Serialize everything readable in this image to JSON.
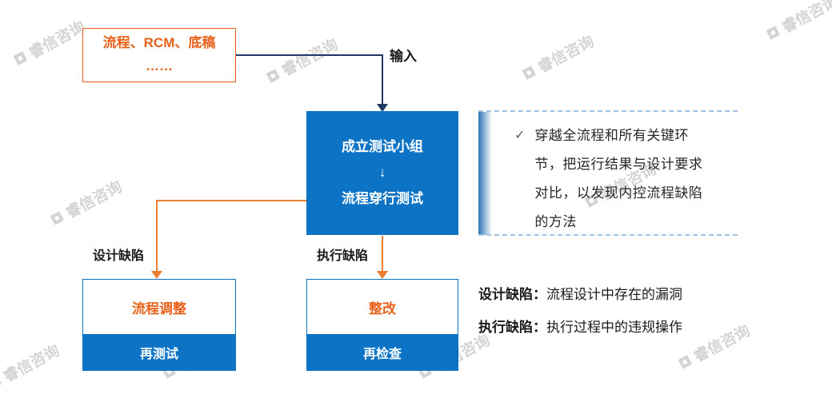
{
  "colors": {
    "brand_blue": "#0d74c5",
    "navy_arrow": "#1f3864",
    "orange": "#e8611a",
    "orange_arrow": "#ed7d31",
    "dashed_blue": "#9dc3e6",
    "watermark_gray": "#d4d4d4"
  },
  "watermark": {
    "text": "睿信咨询"
  },
  "input_box": {
    "lines": [
      "流程、RCM、底稿",
      "……"
    ]
  },
  "input_label": "输入",
  "center_box": {
    "lines": [
      "成立测试小组",
      "↓",
      "流程穿行测试"
    ]
  },
  "note_panel": {
    "check": "✓",
    "text": "穿越全流程和所有关键环节，把运行结果与设计要求对比，以发现内控流程缺陷的方法"
  },
  "branch_labels": {
    "left": "设计缺陷",
    "middle": "执行缺陷"
  },
  "left_box": {
    "top": "流程调整",
    "bottom": "再测试"
  },
  "middle_box": {
    "top": "整改",
    "bottom": "再检查"
  },
  "definitions": [
    {
      "term": "设计缺陷：",
      "desc": "流程设计中存在的漏洞"
    },
    {
      "term": "执行缺陷：",
      "desc": "执行过程中的违规操作"
    }
  ]
}
